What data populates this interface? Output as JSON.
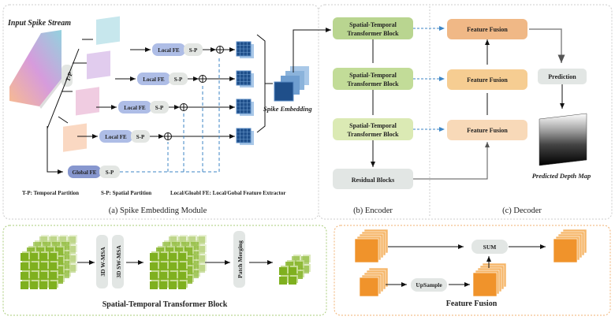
{
  "panel_a": {
    "input_label": "Input Spike Stream",
    "tp_label": "T-P",
    "local_fe": "Local FE",
    "sp": "S-P",
    "global_fe": "Global FE",
    "spike_embedding": "Spike Embedding",
    "legend_tp": "T-P: Temporal Partition",
    "legend_sp": "S-P: Spatial Partition",
    "legend_fe": "Local/Gloabl FE: Local/Gobal Feature Extractor",
    "caption": "(a) Spike Embedding Module"
  },
  "panel_b": {
    "stb": [
      "Spatial-Temporal",
      "Transformer Block"
    ],
    "residual": "Residual Blocks",
    "caption": "(b) Encoder"
  },
  "panel_c": {
    "feature_fusion": "Feature Fusion",
    "prediction": "Prediction",
    "depth_map": "Predicted Depth Map",
    "caption": "(c) Decoder"
  },
  "bottom_left": {
    "wmsa": "3D W-MSA",
    "swmsa": "3D SW-MSA",
    "patch_merging": "Patch Merging",
    "title": "Spatial-Temporal Transformer Block"
  },
  "bottom_right": {
    "sum": "SUM",
    "upsample": "UpSample",
    "title": "Feature Fusion"
  },
  "colors": {
    "local_fe": "#aebde6",
    "global_fe": "#8797cf",
    "sp": "#e3e6e3",
    "stb1": "#b9d590",
    "stb2": "#c2dc98",
    "stb3": "#dbeab4",
    "residual": "#e2e6e4",
    "ff1": "#f0b886",
    "ff2": "#f6cd92",
    "ff3": "#f8d9b8",
    "prediction": "#e2e6e4",
    "cube_green": "#7fb01f",
    "orange": "#f0932b",
    "blue_dash": "#3d86c6"
  }
}
